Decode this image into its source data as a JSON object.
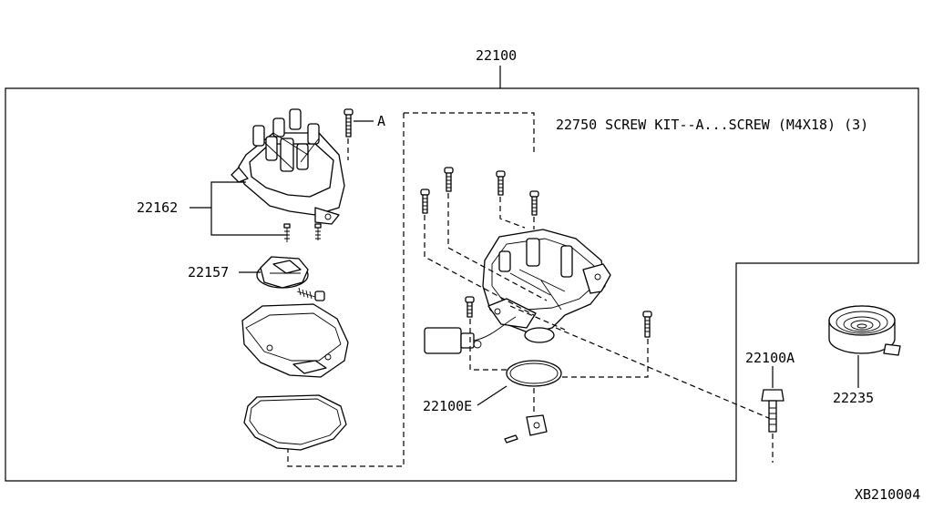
{
  "diagram": {
    "labels": {
      "assembly": "22100",
      "screw_kit_note": "22750 SCREW KIT--A...SCREW (M4X18) (3)",
      "screw_ref": "A",
      "cap": "22162",
      "rotor": "22157",
      "o_ring": "22100E",
      "bolt": "22100A",
      "coil_part": "22235",
      "figure_code": "XB210004"
    }
  }
}
